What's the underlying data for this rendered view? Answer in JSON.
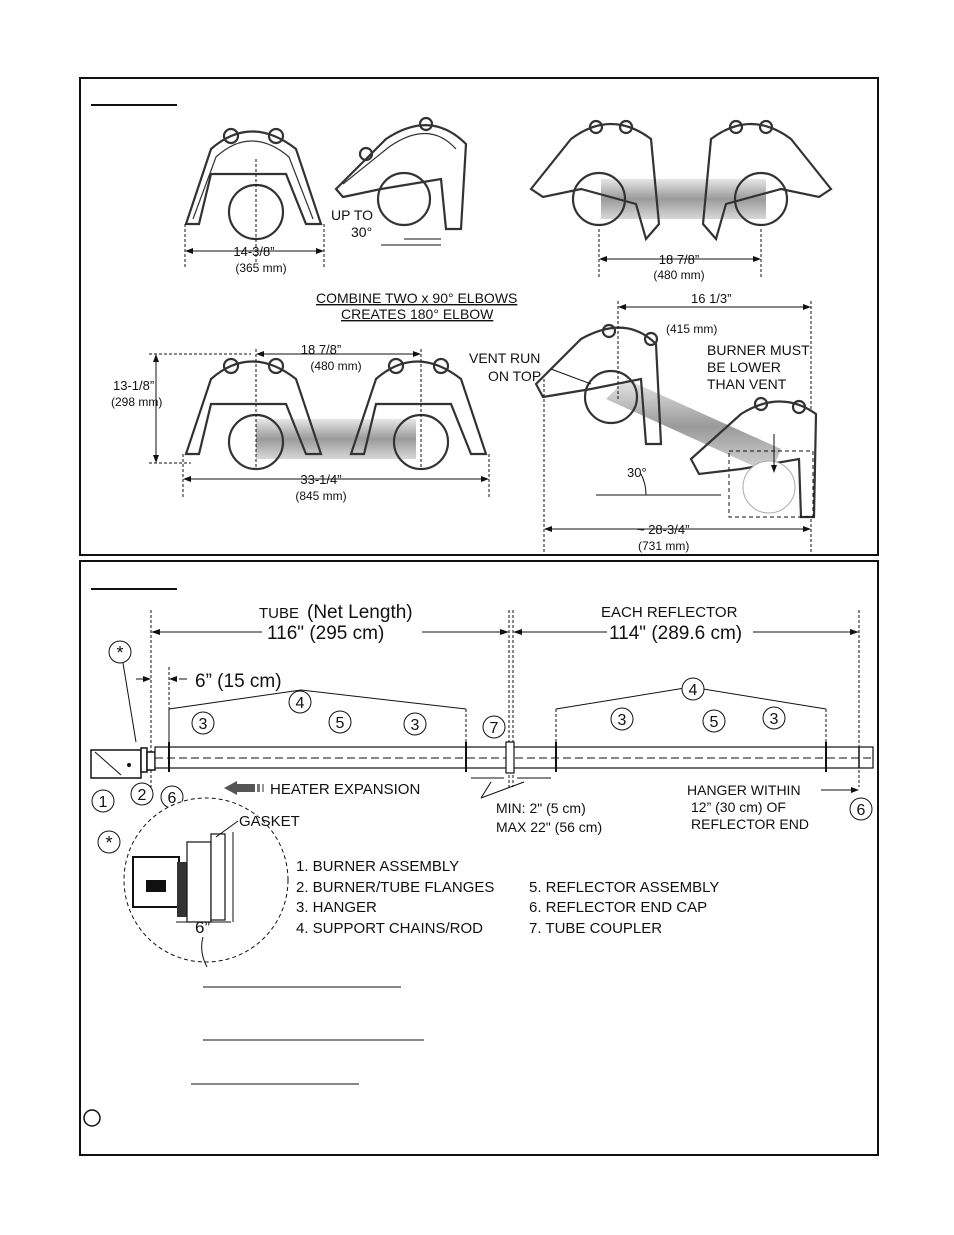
{
  "top_panel": {
    "elbow1": {
      "dim": "14-3/8”",
      "dim_mm": "(365 mm)"
    },
    "elbow2": {
      "up_to": "UP TO",
      "angle": "30°"
    },
    "pair_top_right": {
      "dim": "18 7/8”",
      "dim_mm": "(480 mm)"
    },
    "combine_line1": "COMBINE TWO x 90° ELBOWS",
    "combine_line2": "CREATES  180° ELBOW",
    "pair_bottom_left": {
      "top_dim": "18 7/8”",
      "top_dim_mm": "(480 mm)",
      "height_dim": "13-1/8”",
      "height_dim_mm": "(298 mm)",
      "width_dim": "33-1/4”",
      "width_dim_mm": "(845 mm)"
    },
    "pair_bottom_right": {
      "top_dim": "16 1/3”",
      "top_dim_mm": "(415 mm)",
      "vent_line1": "VENT RUN",
      "vent_line2": "ON TOP",
      "burner_line1": "BURNER MUST",
      "burner_line2": "BE LOWER",
      "burner_line3": "THAN VENT",
      "angle": "30°",
      "width_dim": "~ 28-3/4”",
      "width_dim_mm": "(731 mm)"
    }
  },
  "bottom_panel": {
    "tube_label_prefix": "TUBE",
    "tube_label_suffix": "(Net Length)",
    "tube_length": "116\" (295 cm)",
    "reflector_label": "EACH REFLECTOR",
    "reflector_length": "114\" (289.6 cm)",
    "offset": "6” (15 cm)",
    "asterisk": "*",
    "callouts": [
      "1",
      "2",
      "3",
      "4",
      "5",
      "6",
      "7"
    ],
    "heater_expansion": "HEATER EXPANSION",
    "min_gap": "MIN: 2\" (5 cm)",
    "max_gap": "MAX 22\" (56 cm)",
    "hanger_line1": "HANGER WITHIN",
    "hanger_line2": "12” (30 cm) OF",
    "hanger_line3": "REFLECTOR END",
    "gasket": "GASKET",
    "detail_dim": "6”",
    "legend_left": [
      "1. BURNER ASSEMBLY",
      "2. BURNER/TUBE FLANGES",
      "3. HANGER",
      "4. SUPPORT CHAINS/ROD"
    ],
    "legend_right": [
      "5. REFLECTOR ASSEMBLY",
      "6. REFLECTOR END CAP",
      "7. TUBE COUPLER"
    ]
  }
}
